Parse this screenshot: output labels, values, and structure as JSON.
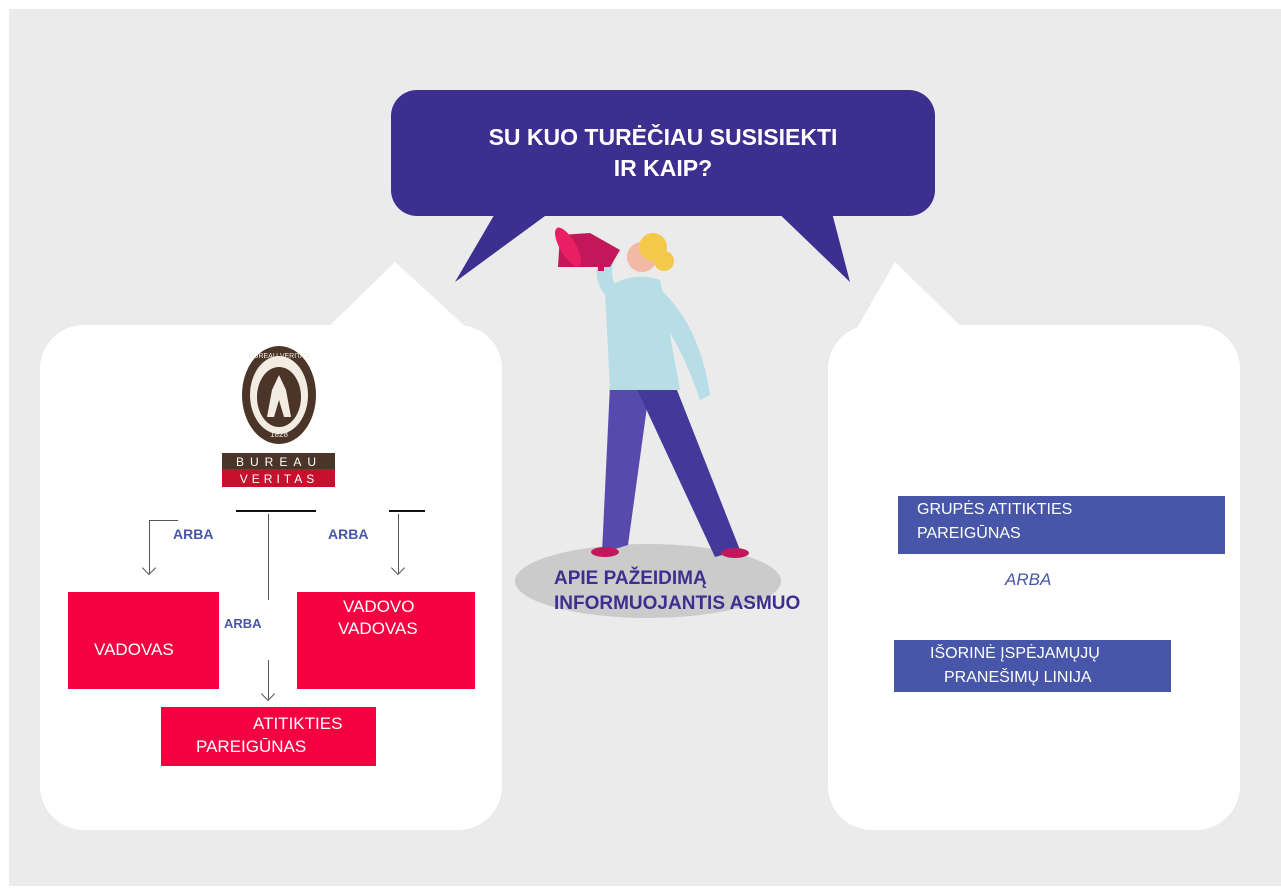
{
  "speech_bubble": {
    "line1": "SU KUO TURĖČIAU SUSISIEKTI",
    "line2": "IR KAIP?"
  },
  "logo": {
    "top_text": "BUREAU VERITAS",
    "year": "1828",
    "word1": "BUREAU",
    "word2": "VERITAS"
  },
  "left": {
    "arba_left": "ARBA",
    "arba_right": "ARBA",
    "arba_middle": "ARBA",
    "box_manager": "VADOVAS",
    "box_managers_manager_1": "VADOVO",
    "box_managers_manager_2": "VADOVAS",
    "box_compliance_1": "ATITIKTIES",
    "box_compliance_2": "PAREIGŪNAS"
  },
  "center": {
    "person_line1": "APIE PAŽEIDIMĄ",
    "person_line2": "INFORMUOJANTIS ASMUO"
  },
  "right": {
    "group_compliance_1": "GRUPĖS ATITIKTIES",
    "group_compliance_2": "PAREIGŪNAS",
    "arba": "ARBA",
    "external_line_1": "IŠORINĖ ĮSPĖJAMŲJŲ",
    "external_line_2": "PRANEŠIMŲ LINIJA"
  },
  "colors": {
    "purple": "#3d2f8f",
    "red": "#f50040",
    "blue": "#4856a9",
    "logo_brown": "#4a3528"
  }
}
